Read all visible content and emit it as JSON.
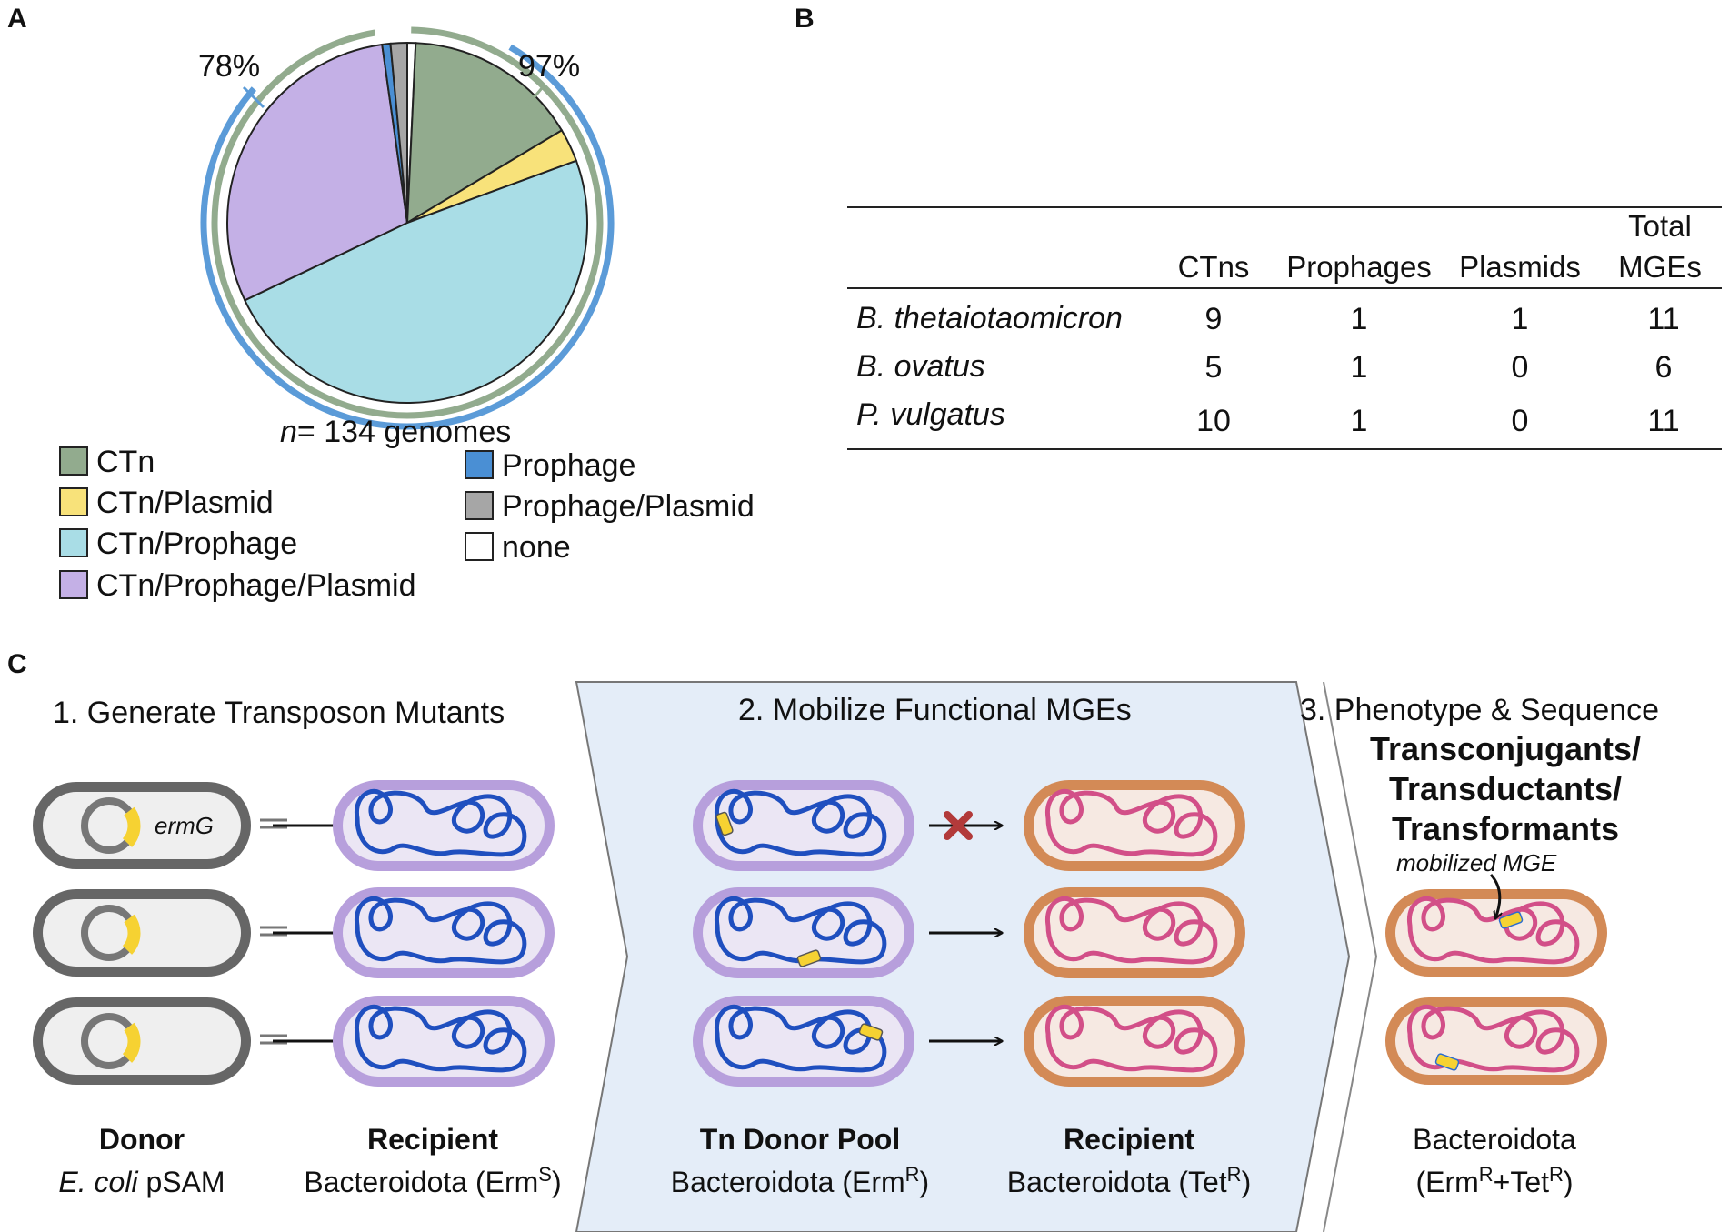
{
  "panel_labels": {
    "a": "A",
    "b": "B",
    "c": "C"
  },
  "panel_a": {
    "n_prefix": "n",
    "n_suffix": "= 134 genomes",
    "outer_ring_labels": {
      "left": "78%",
      "right": "97%"
    },
    "colors": {
      "CTn": "#92ab8e",
      "CTn/Plasmid": "#f8e27a",
      "CTn/Prophage": "#a9dde6",
      "CTn/Prophage/Plasmid": "#c4b0e6",
      "Prophage": "#4a8fd4",
      "Prophage/Plasmid": "#a6a6a6",
      "none": "#ffffff",
      "ring_ctn": "#92ab8e",
      "ring_prophage": "#5b9bd8"
    },
    "legend": [
      {
        "label": "CTn",
        "key": "CTn"
      },
      {
        "label": "CTn/Plasmid",
        "key": "CTn/Plasmid"
      },
      {
        "label": "CTn/Prophage",
        "key": "CTn/Prophage"
      },
      {
        "label": "CTn/Prophage/Plasmid",
        "key": "CTn/Prophage/Plasmid"
      },
      {
        "label": "Prophage",
        "key": "Prophage"
      },
      {
        "label": "Prophage/Plasmid",
        "key": "Prophage/Plasmid"
      },
      {
        "label": "none",
        "key": "none"
      }
    ]
  },
  "chart_data": {
    "type": "pie",
    "categories": [
      "CTn",
      "CTn/Plasmid",
      "CTn/Prophage",
      "CTn/Prophage/Plasmid",
      "Prophage",
      "Prophage/Plasmid",
      "none"
    ],
    "values": [
      21,
      4,
      65,
      40,
      1,
      2,
      1
    ],
    "total": 134,
    "outer_rings": [
      {
        "name": "CTn",
        "percent": 97
      },
      {
        "name": "Prophage",
        "percent": 78
      }
    ]
  },
  "panel_b": {
    "header_row1": [
      "",
      "",
      "",
      "",
      "Total"
    ],
    "header_row2": [
      "",
      "CTns",
      "Prophages",
      "Plasmids",
      "MGEs"
    ],
    "rows": [
      {
        "species": "B. thetaiotaomicron",
        "ctns": "9",
        "prophages": "1",
        "plasmids": "1",
        "total": "11"
      },
      {
        "species": "B. ovatus",
        "ctns": "5",
        "prophages": "1",
        "plasmids": "0",
        "total": "6"
      },
      {
        "species": "P. vulgatus",
        "ctns": "10",
        "prophages": "1",
        "plasmids": "0",
        "total": "11"
      }
    ]
  },
  "panel_c": {
    "step1": "1. Generate Transposon Mutants",
    "step2": "2. Mobilize Functional MGEs",
    "step3": "3. Phenotype & Sequence",
    "step3_bold": [
      "Transconjugants/",
      "Transductants/",
      "Transformants"
    ],
    "ermg_label": "ermG",
    "mobilized_label": "mobilized MGE",
    "captions": {
      "donor_title": "Donor",
      "donor_sub_italic": "E. coli",
      "donor_sub_rest": " pSAM",
      "recipient1_title": "Recipient",
      "recipient1_sub": "Bacteroidota (Erm",
      "recipient1_sup": "S",
      "pool_title": "Tn Donor Pool",
      "pool_sub": "Bacteroidota (Erm",
      "pool_sup": "R",
      "recipient2_title": "Recipient",
      "recipient2_sub": "Bacteroidota (Tet",
      "recipient2_sup": "R",
      "result_line1": "Bacteroidota",
      "result_line2_a": "(Erm",
      "result_line2_sup1": "R",
      "result_line2_b": "+Tet",
      "result_line2_sup2": "R",
      "close_paren": ")"
    },
    "colors": {
      "donor_wall": "#666666",
      "donor_fill": "#efefef",
      "purple_wall": "#b79fdc",
      "purple_fill": "#ebe6f4",
      "orange_wall": "#d38a56",
      "orange_fill": "#f6e9e2",
      "blue_dna": "#1f4fbf",
      "pink_dna": "#d24f88",
      "yellow": "#f6d232",
      "chevron_fill": "#e4edf8",
      "red_x": "#b23a3a"
    }
  }
}
